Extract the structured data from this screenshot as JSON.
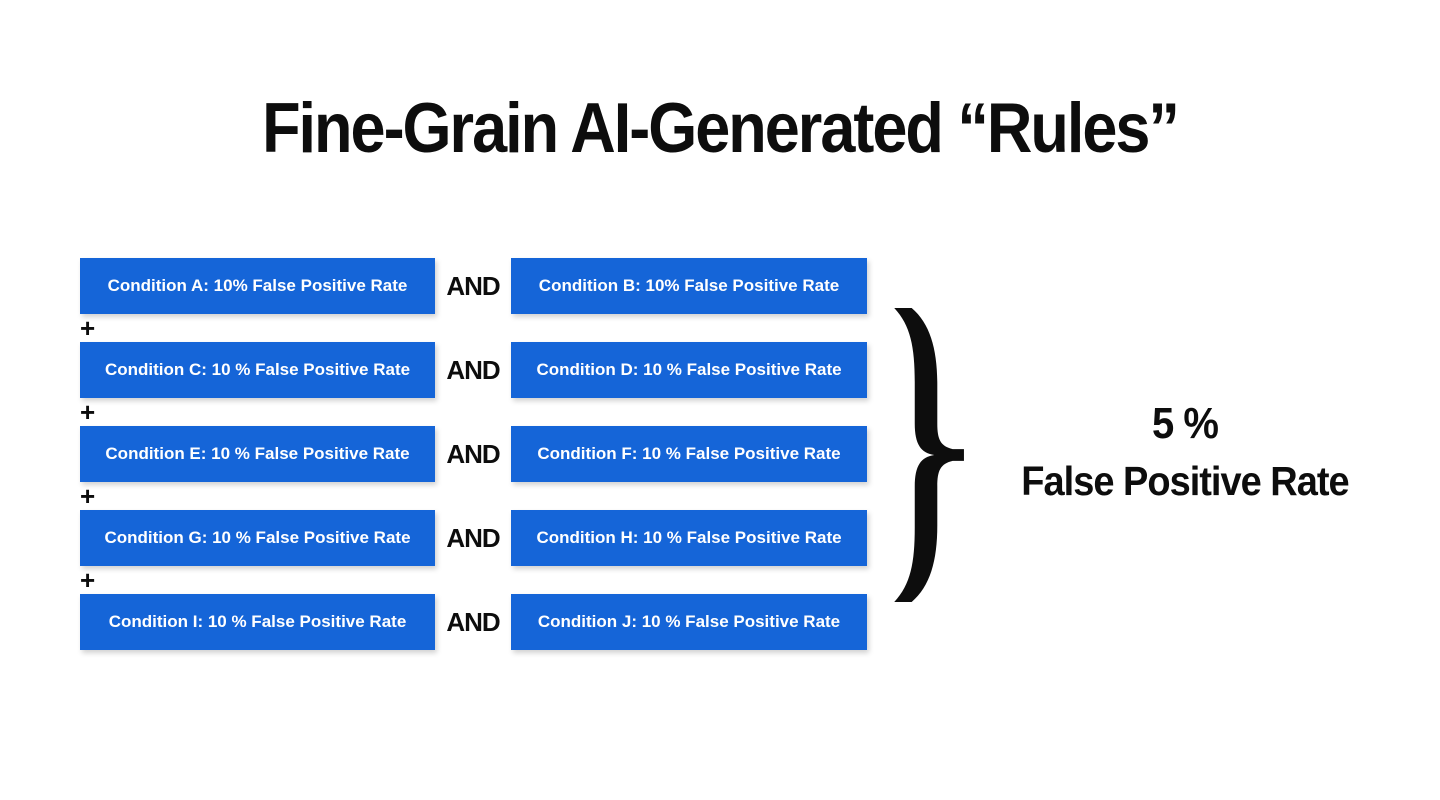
{
  "title": "Fine-Grain AI-Generated “Rules”",
  "plus_symbol": "+",
  "operator_label": "AND",
  "rows": [
    {
      "left": "Condition A: 10% False Positive Rate",
      "right": "Condition B: 10% False Positive Rate"
    },
    {
      "left": "Condition C: 10 % False Positive Rate",
      "right": "Condition D: 10 % False Positive Rate"
    },
    {
      "left": "Condition E: 10 % False Positive Rate",
      "right": "Condition F: 10 % False Positive Rate"
    },
    {
      "left": "Condition G: 10 % False Positive Rate",
      "right": "Condition H: 10 % False Positive Rate"
    },
    {
      "left": "Condition I: 10 % False Positive Rate",
      "right": "Condition J: 10 % False Positive Rate"
    }
  ],
  "result": {
    "line1": "5 %",
    "line2": "False Positive Rate"
  },
  "colors": {
    "box_blue": "#1565d8",
    "box_text": "#ffffff",
    "ink": "#0d0d0d",
    "background": "#ffffff"
  }
}
